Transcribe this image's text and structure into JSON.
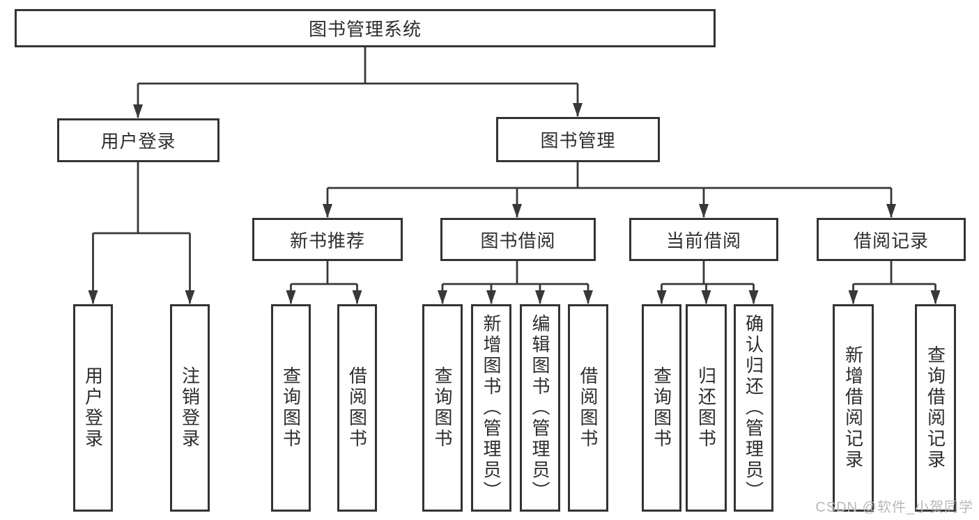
{
  "diagram": {
    "tree": {
      "root": {
        "label": "图书管理系统"
      },
      "level2": [
        {
          "label": "用户登录",
          "children": [
            {
              "label": "用户登录"
            },
            {
              "label": "注销登录"
            }
          ]
        },
        {
          "label": "图书管理",
          "children": [
            {
              "label": "新书推荐",
              "children": [
                {
                  "label": "查询图书"
                },
                {
                  "label": "借阅图书"
                }
              ]
            },
            {
              "label": "图书借阅",
              "children": [
                {
                  "label": "查询图书"
                },
                {
                  "label": "新增图书（管理员）"
                },
                {
                  "label": "编辑图书（管理员）"
                },
                {
                  "label": "借阅图书"
                }
              ]
            },
            {
              "label": "当前借阅",
              "children": [
                {
                  "label": "查询图书"
                },
                {
                  "label": "归还图书"
                },
                {
                  "label": "确认归还（管理员）"
                }
              ]
            },
            {
              "label": "借阅记录",
              "children": [
                {
                  "label": "新增借阅记录"
                },
                {
                  "label": "查询借阅记录"
                }
              ]
            }
          ]
        }
      ]
    }
  },
  "watermark": {
    "text": "CSDN @软件_小贺同学"
  },
  "colors": {
    "line": "#383838",
    "box_border": "#333333",
    "text": "#2d2d2d",
    "watermark": "#b9b9b9",
    "background": "#ffffff"
  }
}
